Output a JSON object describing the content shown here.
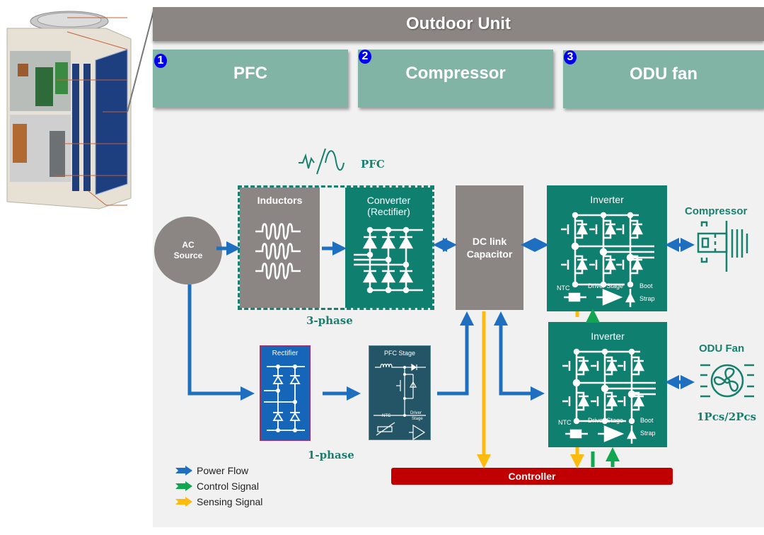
{
  "header": {
    "title": "Outdoor Unit"
  },
  "categories": [
    {
      "number": "1",
      "label": "PFC"
    },
    {
      "number": "2",
      "label": "Compressor"
    },
    {
      "number": "3",
      "label": "ODU fan"
    }
  ],
  "blocks": {
    "pfc_label": "PFC",
    "ac_source": "AC Source",
    "inductors": "Inductors",
    "converter_line1": "Converter",
    "converter_line2": "(Rectifier)",
    "three_phase": "3-phase",
    "dc_link_line1": "DC link",
    "dc_link_line2": "Capacitor",
    "inverter_top": {
      "title": "Inverter",
      "ntc": "NTC",
      "driver": "Driver Stage",
      "boot": "Boot",
      "strap": "Strap"
    },
    "inverter_bottom": {
      "title": "Inverter",
      "ntc": "NTC",
      "driver": "Driver Stage",
      "boot": "Boot",
      "strap": "Strap"
    },
    "compressor_label": "Compressor",
    "odu_fan_label": "ODU Fan",
    "odu_fan_count": "1Pcs/2Pcs",
    "rectifier": "Rectifier",
    "pfc_stage": {
      "title": "PFC Stage",
      "ntc": "NTC",
      "driver_line1": "Driver",
      "driver_line2": "Stage"
    },
    "one_phase": "1-phase",
    "controller": "Controller"
  },
  "legend": [
    {
      "label": "Power Flow",
      "color": "#1f6fc1"
    },
    {
      "label": "Control Signal",
      "color": "#13a650"
    },
    {
      "label": "Sensing Signal",
      "color": "#fdbb10"
    }
  ],
  "colors": {
    "header_bg": "#8b8683",
    "category_bg": "#82b4a6",
    "teal_block": "#0f7f70",
    "grey_block": "#8b8683",
    "rectifier_block": "#1565b8",
    "pfc_stage_block": "#235566",
    "controller": "#c00000",
    "label_teal": "#17806f"
  }
}
